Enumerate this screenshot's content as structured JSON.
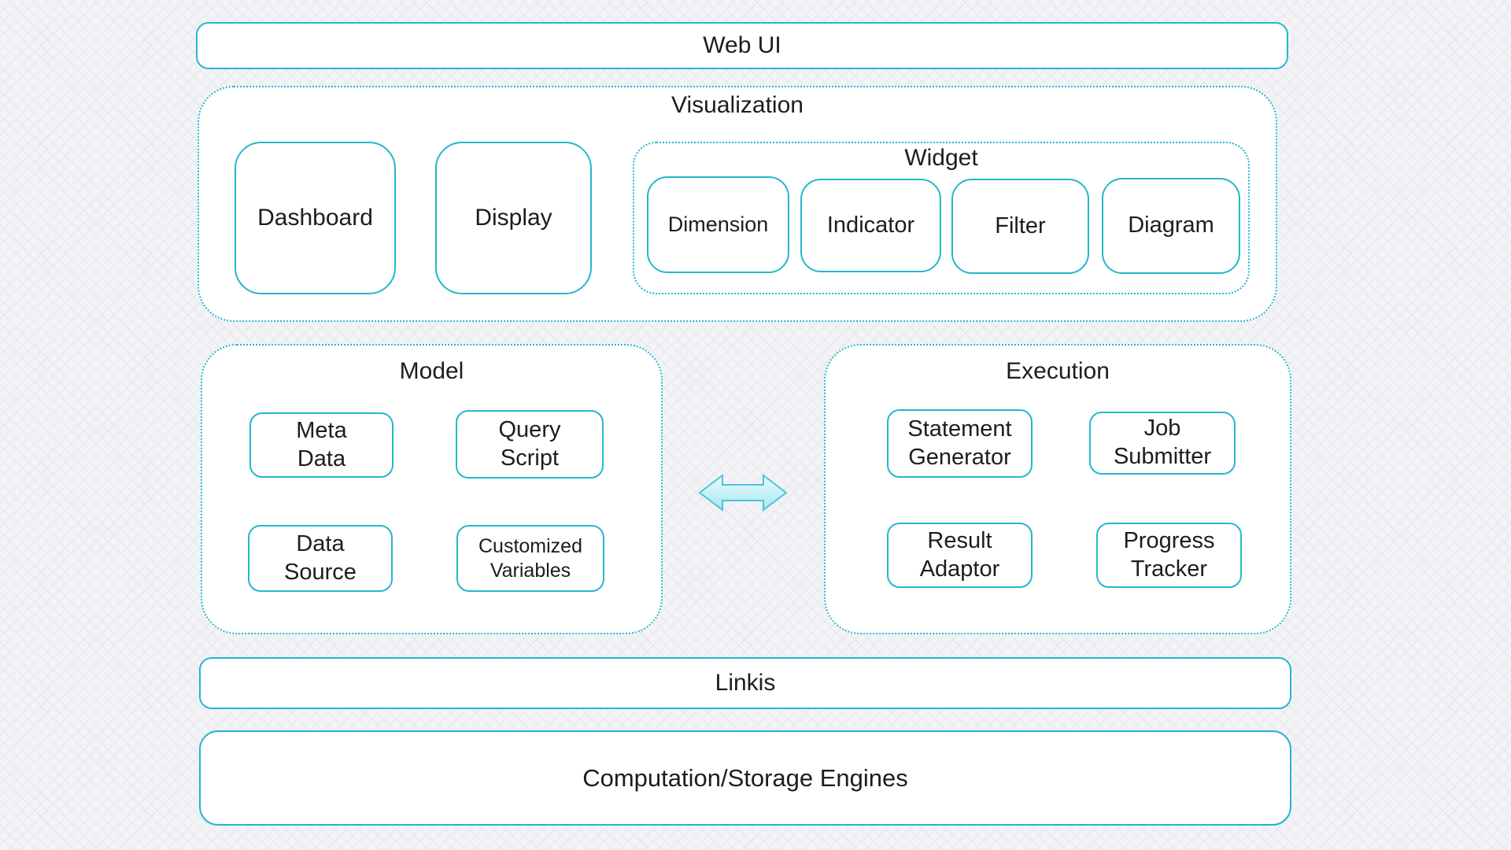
{
  "diagram": {
    "web_ui": {
      "label": "Web UI"
    },
    "visualization": {
      "title": "Visualization",
      "dashboard": "Dashboard",
      "display": "Display",
      "widget": {
        "title": "Widget",
        "items": [
          {
            "label": "Dimension"
          },
          {
            "label": "Indicator"
          },
          {
            "label": "Filter"
          },
          {
            "label": "Diagram"
          }
        ]
      }
    },
    "model": {
      "title": "Model",
      "boxes": [
        {
          "label": "Meta\nData"
        },
        {
          "label": "Query\nScript"
        },
        {
          "label": "Data\nSource"
        },
        {
          "label": "Customized\nVariables"
        }
      ]
    },
    "execution": {
      "title": "Execution",
      "boxes": [
        {
          "label": "Statement\nGenerator"
        },
        {
          "label": "Job\nSubmitter"
        },
        {
          "label": "Result\nAdaptor"
        },
        {
          "label": "Progress\nTracker"
        }
      ]
    },
    "linkis": {
      "label": "Linkis"
    },
    "engines": {
      "label": "Computation/Storage Engines"
    },
    "icons": {
      "model_execution_link": "double-headed-horizontal-arrow"
    }
  },
  "colors": {
    "accent": "#24b7cc",
    "text": "#1d1d1d",
    "box_fill": "#ffffff",
    "background": "#f3f3f6",
    "lattice": "#dcdfe7",
    "arrow_top": "#eafbfd",
    "arrow_mid": "#c6f1f7",
    "arrow_bottom": "#a3e5f0",
    "arrow_stroke": "#4fc4d7"
  }
}
